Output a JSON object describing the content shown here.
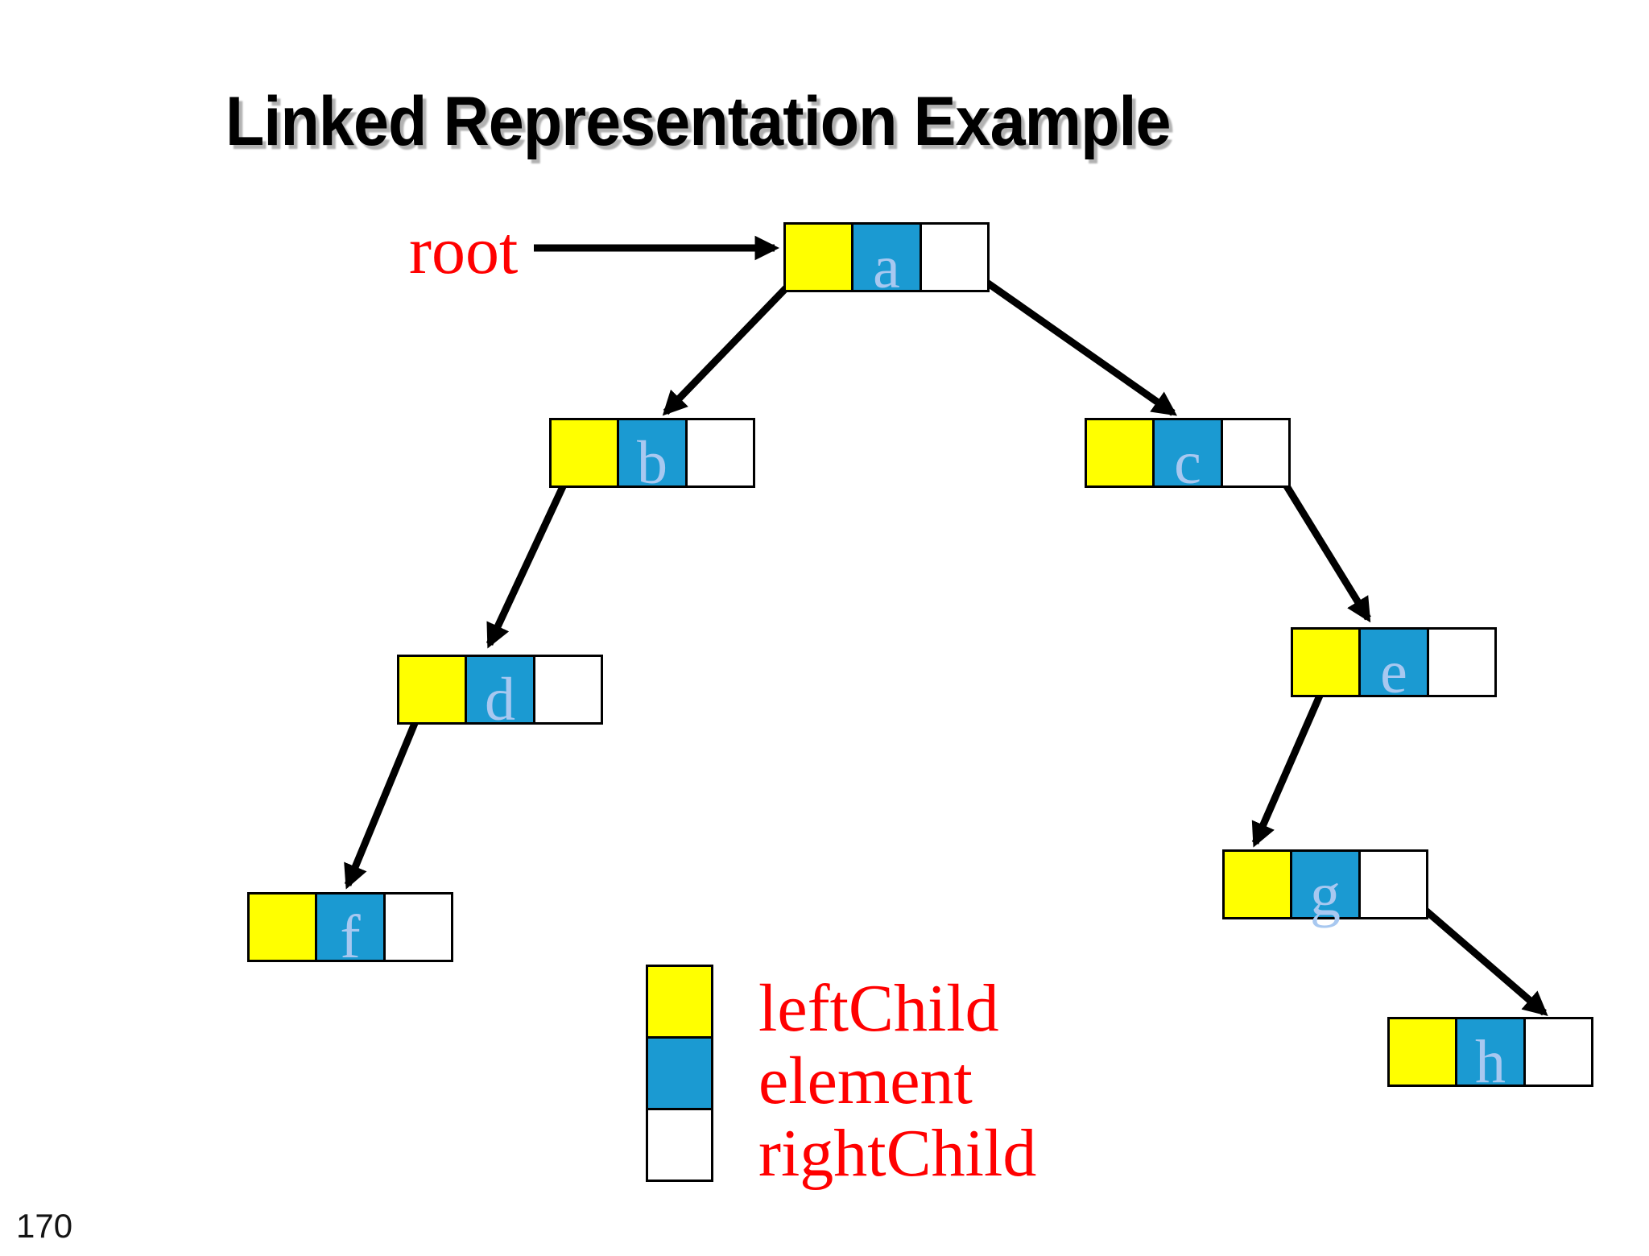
{
  "slide": {
    "title": "Linked Representation Example",
    "page_number": "170"
  },
  "tree": {
    "root_label": "root",
    "nodes": [
      {
        "id": "a",
        "letter": "a"
      },
      {
        "id": "b",
        "letter": "b"
      },
      {
        "id": "c",
        "letter": "c"
      },
      {
        "id": "d",
        "letter": "d"
      },
      {
        "id": "e",
        "letter": "e"
      },
      {
        "id": "f",
        "letter": "f"
      },
      {
        "id": "g",
        "letter": "g"
      },
      {
        "id": "h",
        "letter": "h"
      }
    ],
    "edges": [
      {
        "from": "root",
        "pointer": "root",
        "to": "a"
      },
      {
        "from": "a",
        "pointer": "leftChild",
        "to": "b"
      },
      {
        "from": "a",
        "pointer": "rightChild",
        "to": "c"
      },
      {
        "from": "b",
        "pointer": "leftChild",
        "to": "d"
      },
      {
        "from": "c",
        "pointer": "rightChild",
        "to": "e"
      },
      {
        "from": "d",
        "pointer": "leftChild",
        "to": "f"
      },
      {
        "from": "e",
        "pointer": "leftChild",
        "to": "g"
      },
      {
        "from": "g",
        "pointer": "rightChild",
        "to": "h"
      }
    ]
  },
  "legend": {
    "items": [
      {
        "label": "leftChild",
        "color": "#ffff00"
      },
      {
        "label": "element",
        "color": "#1b9ad2"
      },
      {
        "label": "rightChild",
        "color": "#ffffff"
      }
    ]
  },
  "colors": {
    "left_child_cell": "#ffff00",
    "element_cell": "#1b9ad2",
    "right_child_cell": "#ffffff",
    "node_letter": "#a8c8f0",
    "label_text": "#ff0000",
    "arrow": "#000000",
    "title_text": "#000000",
    "title_shadow": "#b2b2b2"
  }
}
